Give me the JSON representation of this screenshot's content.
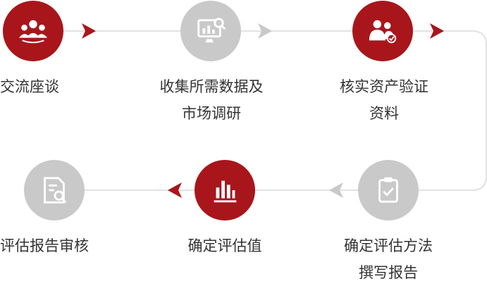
{
  "colors": {
    "active": "#a8161b",
    "inactive": "#c9c9c9",
    "line": "#e2e2e2",
    "text": "#333333"
  },
  "steps": [
    {
      "icon": "group-discussion-icon",
      "state": "active",
      "label": "交流座谈"
    },
    {
      "icon": "data-analysis-icon",
      "state": "inactive",
      "label": "收集所需数据及\n市场调研"
    },
    {
      "icon": "verify-person-icon",
      "state": "active",
      "label": "核实资产验证\n资料"
    },
    {
      "icon": "clipboard-check-icon",
      "state": "inactive",
      "label": "确定评估方法\n撰写报告"
    },
    {
      "icon": "bar-chart-icon",
      "state": "active",
      "label": "确定评估值"
    },
    {
      "icon": "report-review-icon",
      "state": "inactive",
      "label": "评估报告审核"
    }
  ]
}
